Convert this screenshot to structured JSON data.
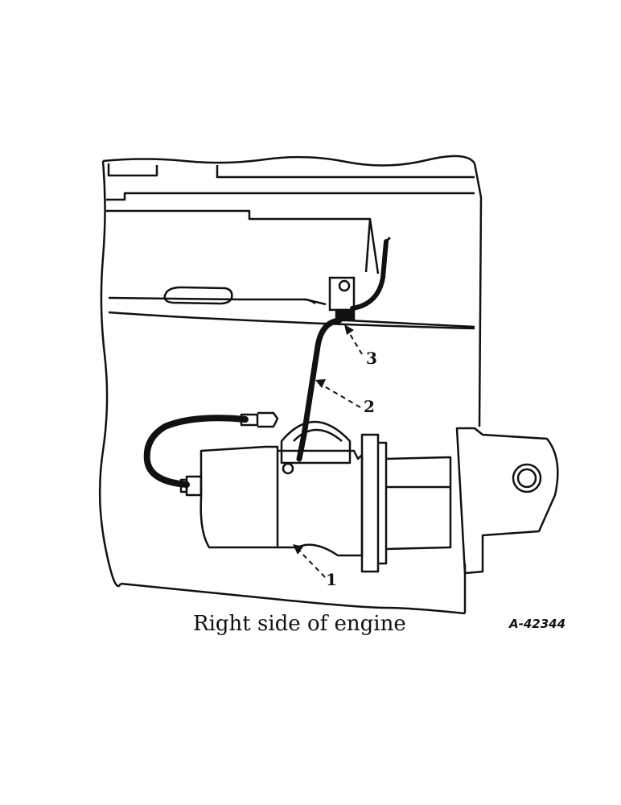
{
  "figure": {
    "caption": "Right side of engine",
    "figure_id": "A-42344",
    "callouts": [
      {
        "label": "1"
      },
      {
        "label": "2"
      },
      {
        "label": "3"
      }
    ]
  }
}
